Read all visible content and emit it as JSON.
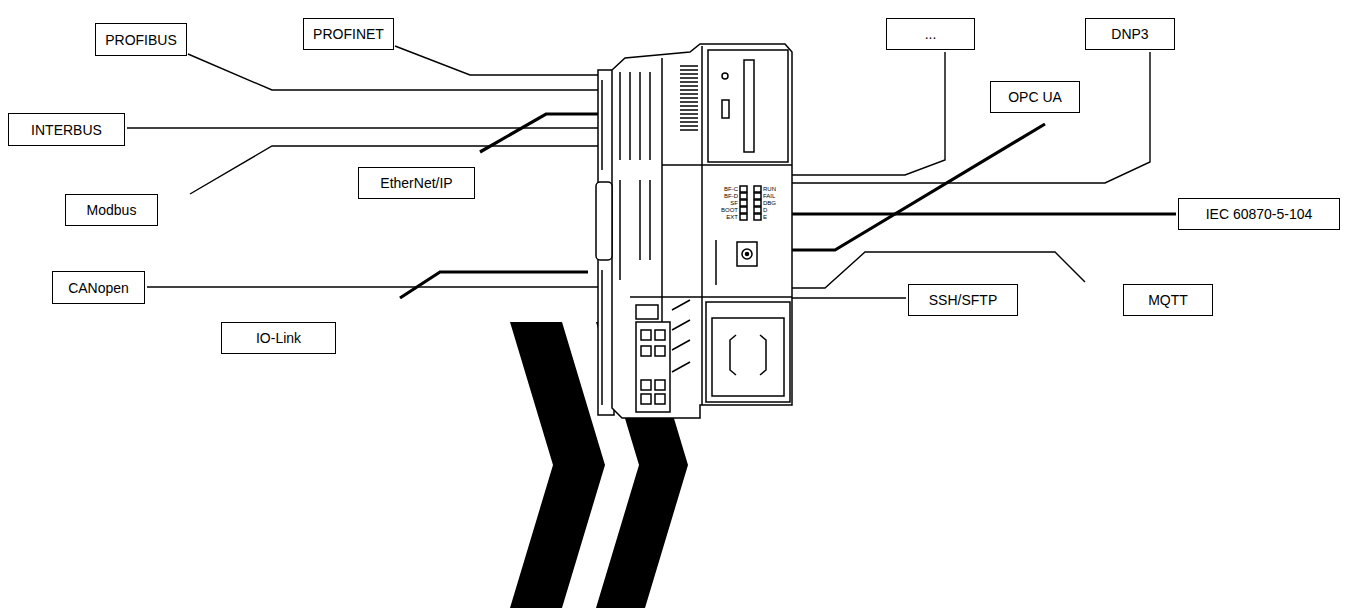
{
  "diagram": {
    "nodes": [
      {
        "text": [
          "PROFIBUS"
        ]
      },
      {
        "text": [
          "PROFINET"
        ]
      },
      {
        "text": [
          "..."
        ]
      },
      {
        "text": [
          "DNP3"
        ]
      },
      {
        "text": [
          "OPC UA"
        ]
      },
      {
        "text": [
          "INTERBUS"
        ]
      },
      {
        "text": [
          "EtherNet/IP"
        ]
      },
      {
        "text": [
          "Modbus"
        ]
      },
      {
        "text": [
          "IEC 60870-5-104"
        ]
      },
      {
        "text": [
          "CANopen"
        ]
      },
      {
        "text": [
          "MQTT"
        ]
      },
      {
        "text": [
          "SSH/SFTP"
        ]
      },
      {
        "text": [
          "IO-Link"
        ]
      }
    ],
    "labels": [
      "BF-C",
      "BF-D",
      "SF",
      "BOOT",
      "EXT",
      "RUN",
      "FAIL",
      "DBG",
      "D",
      "E"
    ]
  }
}
